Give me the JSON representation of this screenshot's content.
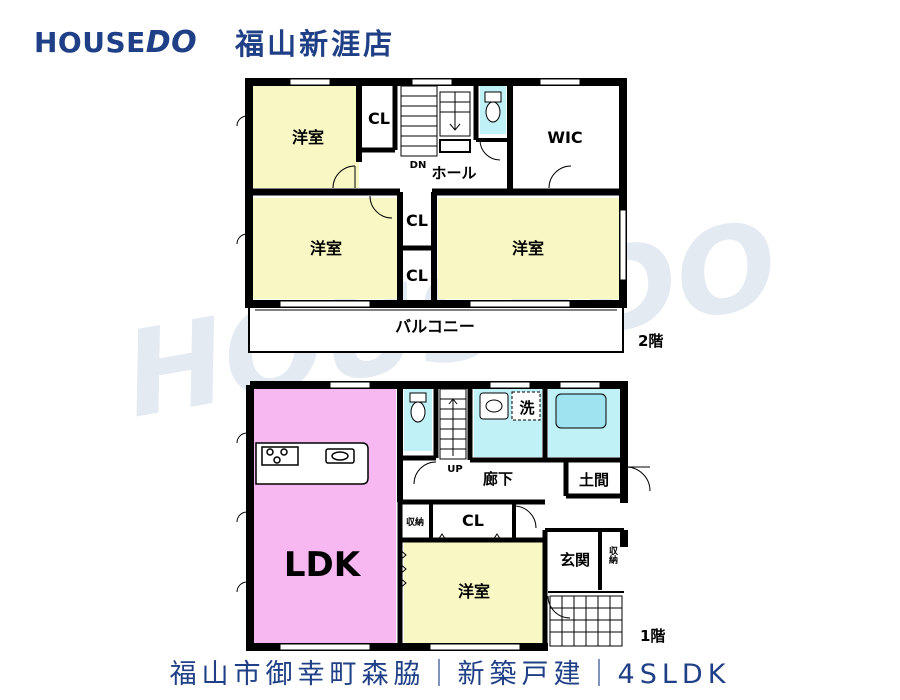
{
  "header": {
    "brand_main": "HOUSE",
    "brand_accent": "DO",
    "shop_name": "福山新涯店"
  },
  "watermark": "HOUSEDO",
  "floor2": {
    "floor_label": "2階",
    "rooms": {
      "western_nw": "洋室",
      "closet_n": "CL",
      "wic": "WIC",
      "hall": "ホール",
      "stair_dn": "DN",
      "closet_mid_top": "CL",
      "closet_mid_bottom": "CL",
      "western_sw": "洋室",
      "western_se": "洋室",
      "balcony": "バルコニー"
    }
  },
  "floor1": {
    "floor_label": "1階",
    "rooms": {
      "ldk": "LDK",
      "corridor": "廊下",
      "stair_up": "UP",
      "laundry": "洗",
      "earth_floor": "土間",
      "storage_small": "収納",
      "closet": "CL",
      "western": "洋室",
      "entrance": "玄関",
      "storage_entrance": "収納"
    }
  },
  "footer": {
    "text": "福山市御幸町森脇｜新築戸建｜4SLDK"
  },
  "colors": {
    "brand_blue": "#1f3f86",
    "western_room": "#f8f8c4",
    "ldk": "#f7b8f2",
    "wet_area": "#bff1f7",
    "wall": "#000000"
  }
}
